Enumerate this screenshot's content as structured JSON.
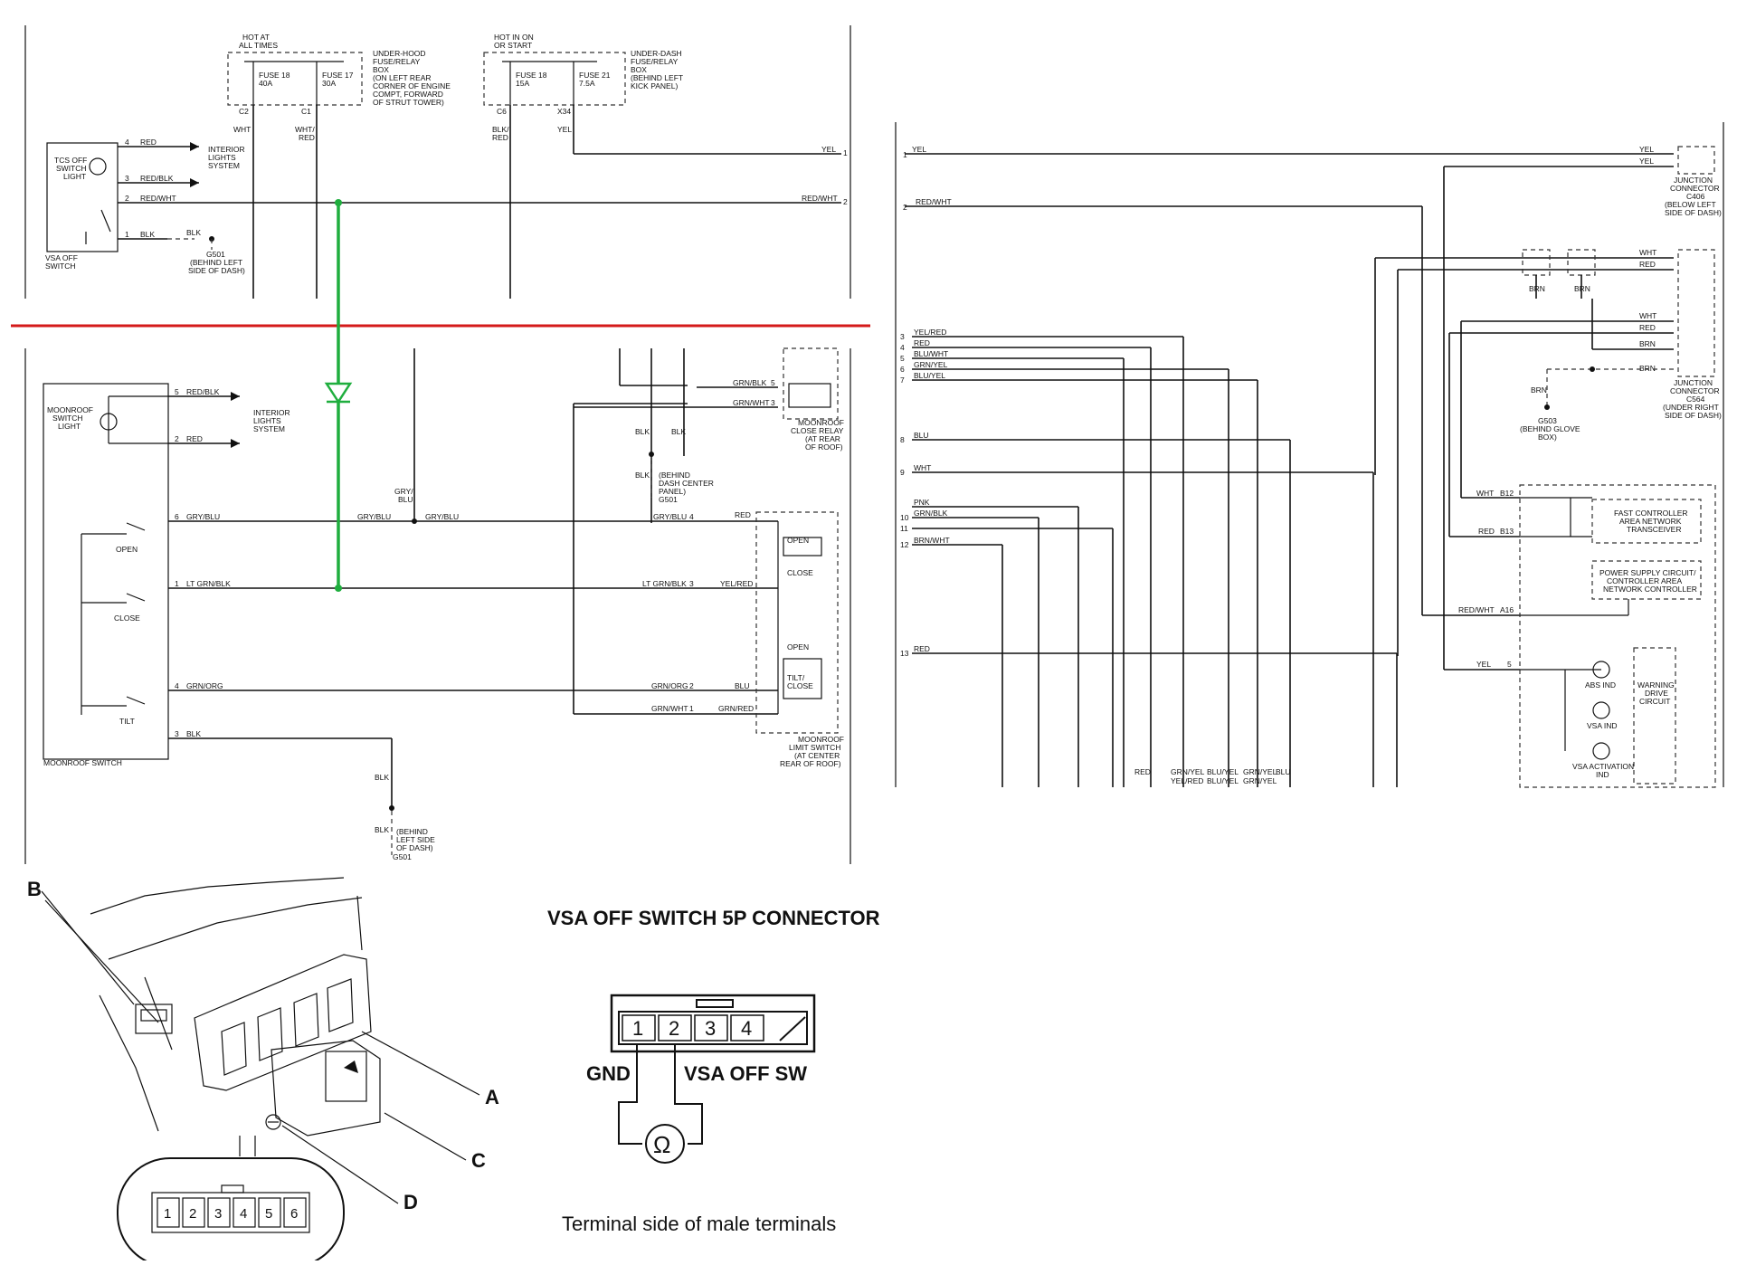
{
  "connector_panel": {
    "title": "VSA OFF SWITCH 5P CONNECTOR",
    "gnd_label": "GND",
    "sw_label": "VSA OFF SW",
    "caption": "Terminal side of male terminals",
    "pins": [
      "1",
      "2",
      "3",
      "4"
    ]
  },
  "install_view": {
    "callouts": [
      "A",
      "B",
      "C",
      "D"
    ],
    "pins": [
      "1",
      "2",
      "3",
      "4",
      "5",
      "6"
    ]
  },
  "schematic_top_left": {
    "hot_always": [
      "HOT AT",
      "ALL TIMES"
    ],
    "hot_on": [
      "HOT IN ON",
      "OR START"
    ],
    "underhood_box": [
      "UNDER-HOOD",
      "FUSE/RELAY",
      "BOX",
      "(ON LEFT REAR",
      "CORNER OF ENGINE",
      "COMPT, FORWARD",
      "OF STRUT TOWER)"
    ],
    "underdash_box": [
      "UNDER-DASH",
      "FUSE/RELAY",
      "BOX",
      "(BEHIND LEFT",
      "KICK PANEL)"
    ],
    "fuse18": [
      "FUSE 18",
      "40A"
    ],
    "fuse17": [
      "FUSE 17",
      "30A"
    ],
    "fuse18b": [
      "FUSE 18",
      "15A"
    ],
    "fuse21": [
      "FUSE 21",
      "7.5A"
    ],
    "c2": "C2",
    "c1": "C1",
    "c6": "C6",
    "x34": "X34",
    "wht": "WHT",
    "wht_red": [
      "WHT/",
      "RED"
    ],
    "blk_red": [
      "BLK/",
      "RED"
    ],
    "yel": "YEL",
    "yel1": "YEL",
    "pin1": "1",
    "red_wht2": "RED/WHT",
    "pin2": "2",
    "tcs_light": [
      "TCS OFF",
      "SWITCH",
      "LIGHT"
    ],
    "interior": [
      "INTERIOR",
      "LIGHTS",
      "SYSTEM"
    ],
    "p4": "4",
    "red": "RED",
    "p3": "3",
    "red_blk": "RED/BLK",
    "p2": "2",
    "red_wht": "RED/WHT",
    "p1": "1",
    "blk": "BLK",
    "blk2": "BLK",
    "g501": [
      "G501",
      "(BEHIND LEFT",
      "SIDE OF DASH)"
    ],
    "vsa_off_switch": [
      "VSA OFF",
      "SWITCH"
    ]
  },
  "schematic_bottom_left": {
    "moonroof_light": [
      "MOONROOF",
      "SWITCH",
      "LIGHT"
    ],
    "interior": [
      "INTERIOR",
      "LIGHTS",
      "SYSTEM"
    ],
    "p5": "5",
    "red_blk": "RED/BLK",
    "p2": "2",
    "red": "RED",
    "p6": "6",
    "gry_blu": "GRY/BLU",
    "gry_blu_mid": "GRY/BLU",
    "gry_blu_mid2": "GRY/BLU",
    "gry_blu_top": [
      "GRY/",
      "BLU"
    ],
    "p1": "1",
    "lt_grn_blk": "LT GRN/BLK",
    "p4": "4",
    "grn_org": "GRN/ORG",
    "p3": "3",
    "blk": "BLK",
    "open": "OPEN",
    "close": "CLOSE",
    "tilt": "TILT",
    "moonroof_switch": "MOONROOF SWITCH",
    "blk_mid": "BLK",
    "blk_mid2": "BLK",
    "g501b": [
      "(BEHIND",
      "LEFT SIDE",
      "OF DASH)",
      "G501"
    ],
    "grn_blk": "GRN/BLK",
    "p5r": "5",
    "grn_wht": "GRN/WHT",
    "p3r": "3",
    "close_relay": [
      "MOONROOF",
      "CLOSE RELAY",
      "(AT REAR",
      "OF ROOF)"
    ],
    "blk_a": "BLK",
    "blk_b": "BLK",
    "g501c": [
      "BLK",
      "(BEHIND",
      "DASH CENTER",
      "PANEL)",
      "G501"
    ],
    "gry_blu_r": "GRY/BLU",
    "p4r": "4",
    "red_r": "RED",
    "lt_grn_blk_r": "LT GRN/BLK",
    "p3b": "3",
    "yel_red": "YEL/RED",
    "grn_org_r": "GRN/ORG",
    "p2r": "2",
    "blu": "BLU",
    "grn_wht_r": "GRN/WHT",
    "p1r": "1",
    "grn_red": "GRN/RED",
    "open_r": "OPEN",
    "close_r": "CLOSE",
    "open_r2": "OPEN",
    "tilt_close": [
      "TILT/",
      "CLOSE"
    ],
    "limit_switch": [
      "MOONROOF",
      "LIMIT SWITCH",
      "(AT CENTER",
      "REAR OF ROOF)"
    ]
  },
  "schematic_right": {
    "p1": "1",
    "yel": "YEL",
    "p2": "2",
    "red_wht": "RED/WHT",
    "yel_a": "YEL",
    "yel_b": "YEL",
    "jc1": [
      "JUNCTION",
      "CONNECTOR",
      "C406",
      "(BELOW LEFT",
      "SIDE OF DASH)"
    ],
    "wht": "WHT",
    "red": "RED",
    "brn1": "BRN",
    "brn2": "BRN",
    "wht2": "WHT",
    "red2": "RED",
    "brn3": "BRN",
    "brn4": "BRN",
    "brn5": "BRN",
    "g503": [
      "G503",
      "(BEHIND GLOVE",
      "BOX)"
    ],
    "jc2": [
      "JUNCTION",
      "CONNECTOR",
      "C564",
      "(UNDER RIGHT",
      "SIDE OF DASH)"
    ],
    "pins_left": [
      {
        "n": "3",
        "c": "YEL/RED"
      },
      {
        "n": "4",
        "c": "RED"
      },
      {
        "n": "5",
        "c": "BLU/WHT"
      },
      {
        "n": "6",
        "c": "GRN/YEL"
      },
      {
        "n": "7",
        "c": "BLU/YEL"
      },
      {
        "n": "8",
        "c": "BLU"
      },
      {
        "n": "9",
        "c": "WHT"
      },
      {
        "n": "",
        "c": "PNK"
      },
      {
        "n": "10",
        "c": "GRN/BLK"
      },
      {
        "n": "11",
        "c": ""
      },
      {
        "n": "12",
        "c": "BRN/WHT"
      },
      {
        "n": "13",
        "c": "RED"
      }
    ],
    "wht_b12": "WHT",
    "b12": "B12",
    "red_b13": "RED",
    "b13": "B13",
    "red_wht_a16": "RED/WHT",
    "a16": "A16",
    "yel_5": "YEL",
    "p5": "5",
    "fast_ctrl": [
      "FAST CONTROLLER",
      "AREA NETWORK",
      "TRANSCEIVER"
    ],
    "power_ctrl": [
      "POWER SUPPLY CIRCUIT/",
      "CONTROLLER AREA",
      "NETWORK CONTROLLER"
    ],
    "abs_ind": "ABS IND",
    "vsa_ind": "VSA IND",
    "vsa_act": [
      "VSA ACTIVATION",
      "IND"
    ],
    "warning": [
      "WARNING",
      "DRIVE",
      "CIRCUIT"
    ],
    "bottom_labels": [
      "RED",
      "GRN/YEL",
      "BLU/YEL",
      "GRN/YEL",
      "BLU"
    ],
    "bottom_labels2": [
      "",
      "YEL/RED",
      "BLU/YEL",
      "GRN/YEL",
      ""
    ]
  }
}
